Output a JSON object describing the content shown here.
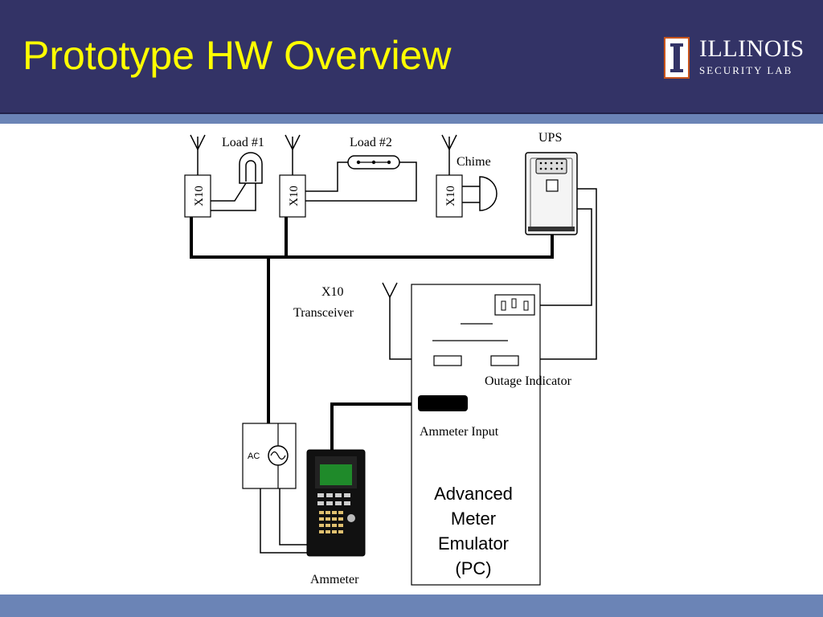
{
  "slide": {
    "title": "Prototype HW Overview",
    "colors": {
      "header_bg": "#333366",
      "title": "#ffff00",
      "stripe": "#6b84b6",
      "logo_accent": "#c8541c"
    }
  },
  "logo": {
    "name": "ILLINOIS",
    "subtitle": "SECURITY LAB",
    "icon": "illinois-pillar-icon"
  },
  "diagram": {
    "load1": "Load #1",
    "load2": "Load #2",
    "chime": "Chime",
    "ups": "UPS",
    "x10_module": "X10",
    "x10_transceiver_line1": "X10",
    "x10_transceiver_line2": "Transceiver",
    "outage_indicator": "Outage Indicator",
    "ammeter_input": "Ammeter Input",
    "ac": "AC",
    "ammeter": "Ammeter",
    "pc_line1": "Advanced",
    "pc_line2": "Meter",
    "pc_line3": "Emulator",
    "pc_line4": "(PC)"
  }
}
